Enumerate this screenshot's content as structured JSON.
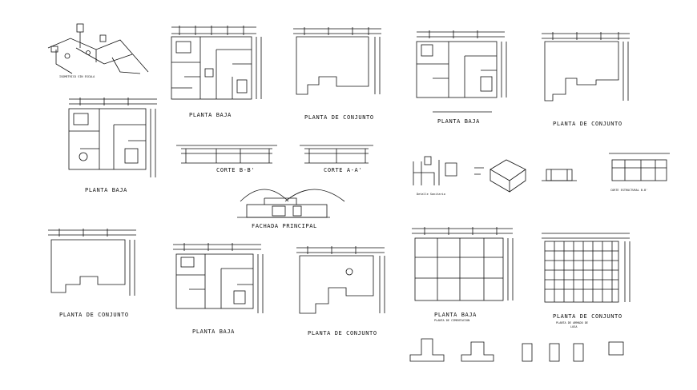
{
  "drawing_sheet": {
    "colors": {
      "ink": "#111111",
      "background": "#ffffff"
    },
    "titles": {
      "isometrico": "ISOMETRICO SIN ESCALA",
      "planta_baja_1": "PLANTA BAJA",
      "planta_conjunto_1": "PLANTA DE CONJUNTO",
      "planta_baja_2": "PLANTA BAJA",
      "planta_conjunto_2": "PLANTA DE CONJUNTO",
      "planta_baja_3": "PLANTA BAJA",
      "corte_bb": "CORTE B-B'",
      "corte_aa": "CORTE A-A'",
      "detalle_sanitario": "Detalle Sanitario",
      "corte_estructural": "CORTE ESTRUCTURAL B-B'",
      "fachada": "FACHADA PRINCIPAL",
      "planta_conjunto_3": "PLANTA DE CONJUNTO",
      "planta_baja_4": "PLANTA BAJA",
      "planta_conjunto_4": "PLANTA DE CONJUNTO",
      "planta_baja_5": "PLANTA BAJA",
      "planta_cimentacion": "PLANTA DE CIMENTACION",
      "planta_conjunto_5": "PLANTA DE CONJUNTO",
      "planta_armado_line1": "PLANTA DE ARMADO DE",
      "planta_armado_line2": "LOSA"
    }
  }
}
